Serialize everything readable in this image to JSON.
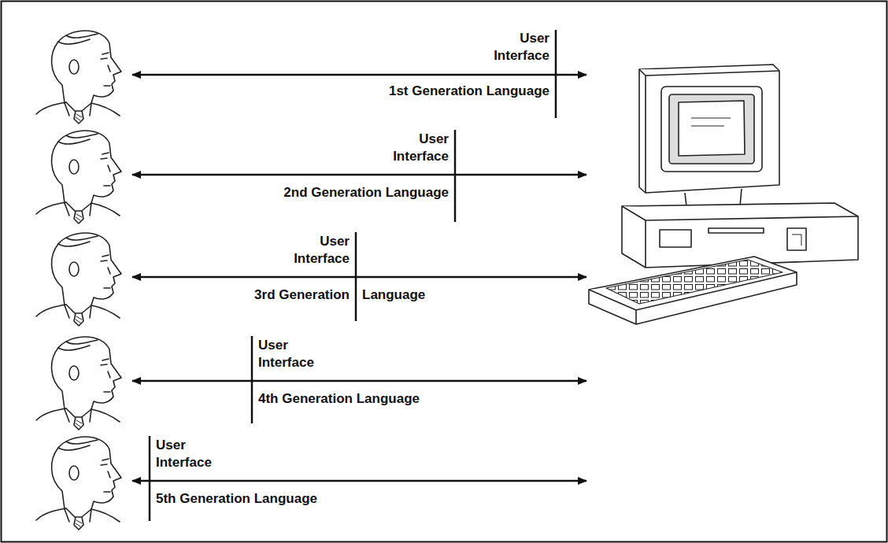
{
  "diagram": {
    "labels": [
      "User Interface",
      "1st Generation Language",
      "User Interface",
      "2nd Generation Language",
      "User Interface",
      "3rd Generation",
      "Language",
      "User Interface",
      "4th Generation Language",
      "User Interface",
      "5th Generation Language"
    ]
  }
}
